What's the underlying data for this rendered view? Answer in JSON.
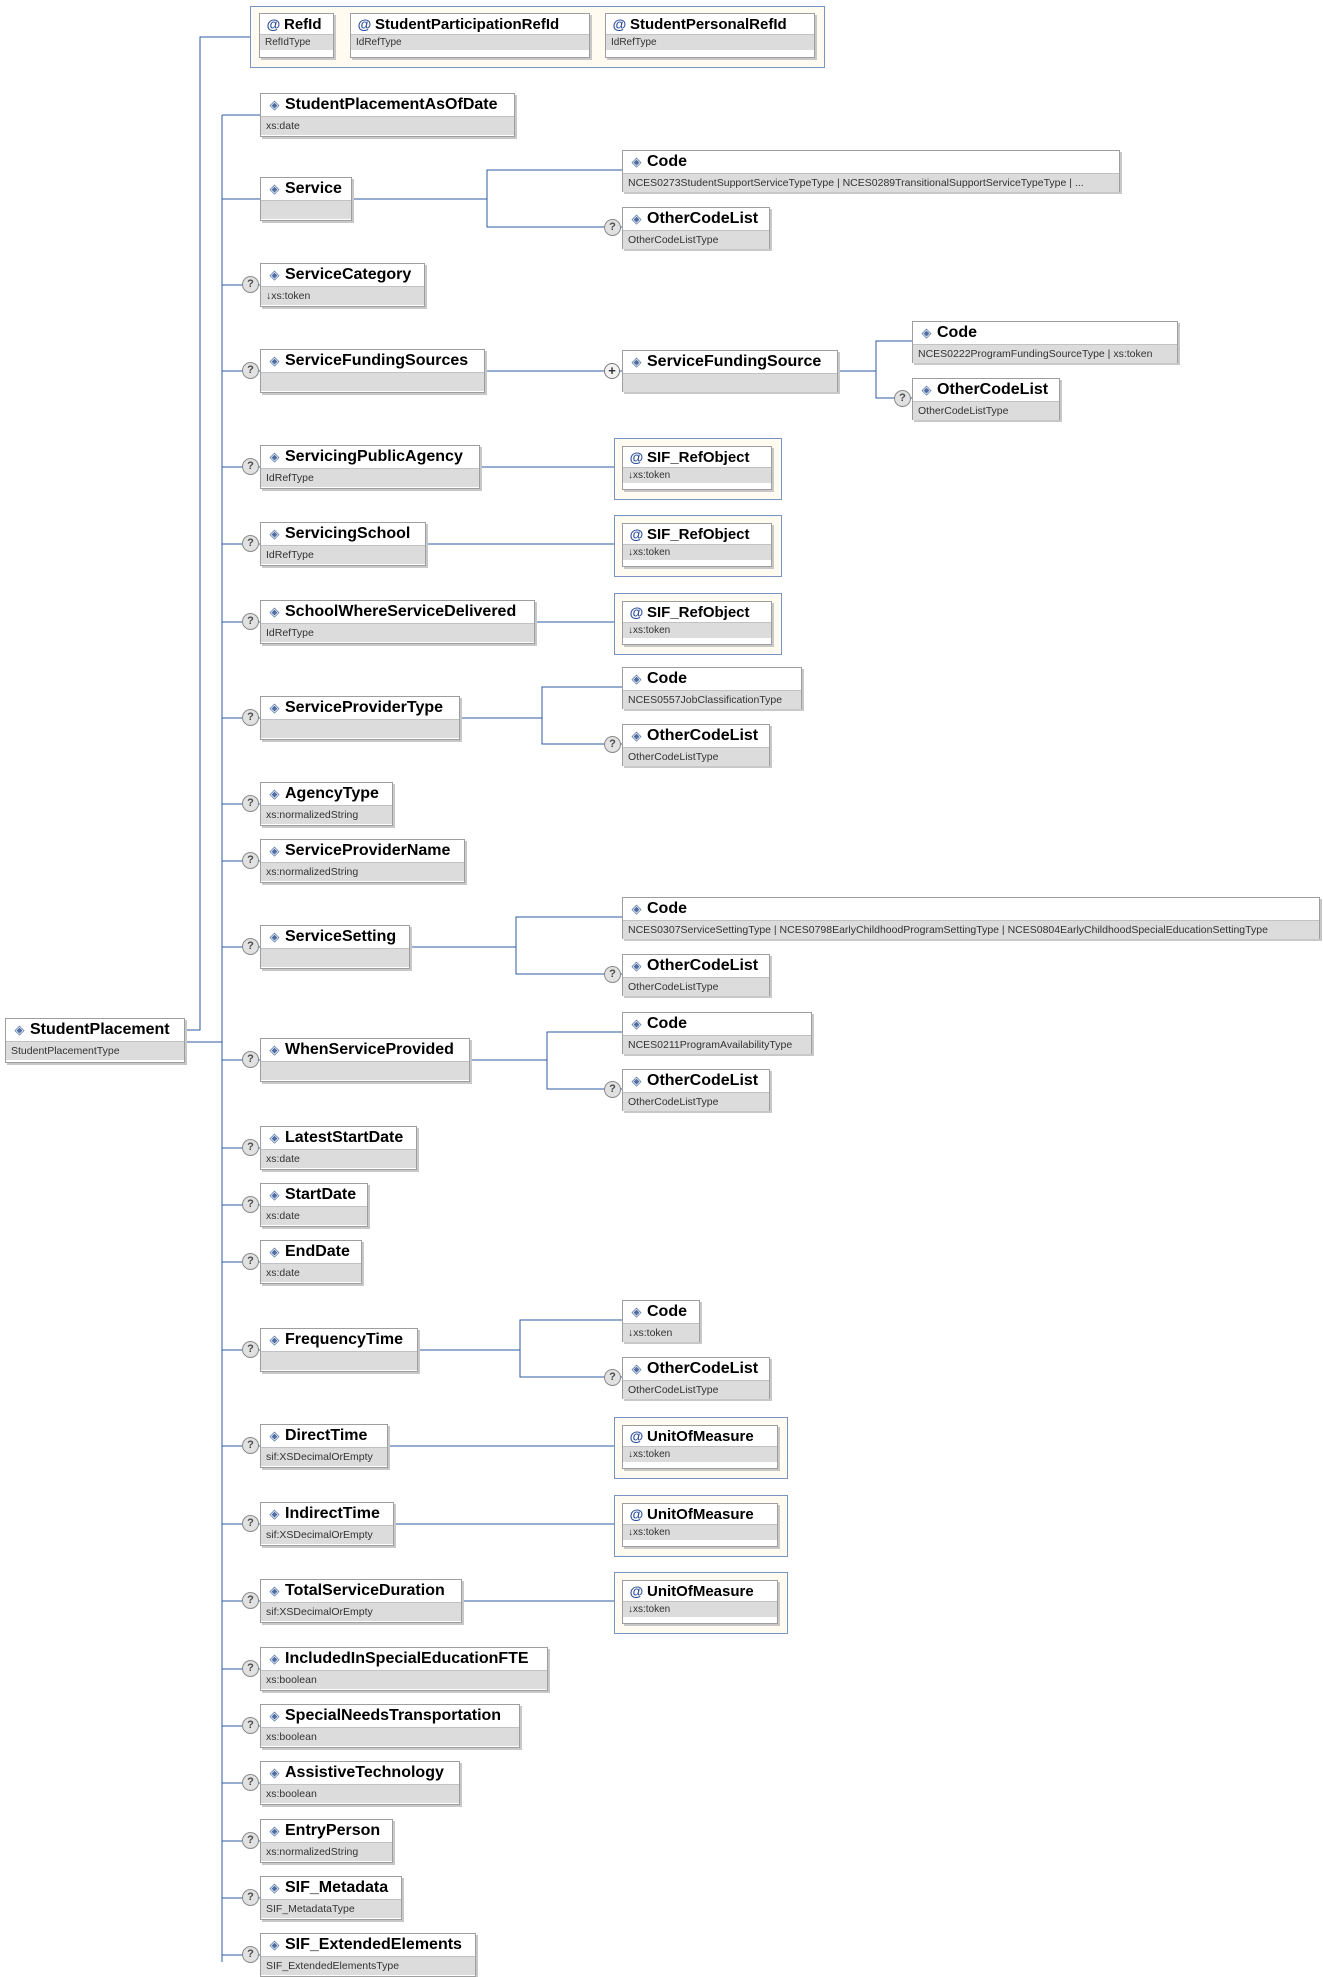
{
  "diagram": {
    "root": {
      "name": "StudentPlacement",
      "type": "StudentPlacementType"
    },
    "attributes": [
      {
        "name": "RefId",
        "type": "RefIdType"
      },
      {
        "name": "StudentParticipationRefId",
        "type": "IdRefType"
      },
      {
        "name": "StudentPersonalRefId",
        "type": "IdRefType"
      }
    ],
    "elements": [
      {
        "name": "StudentPlacementAsOfDate",
        "type": "xs:date"
      },
      {
        "name": "Service",
        "type": ""
      },
      {
        "name": "ServiceCategory",
        "type": "↓xs:token"
      },
      {
        "name": "ServiceFundingSources",
        "type": ""
      },
      {
        "name": "ServicingPublicAgency",
        "type": "IdRefType"
      },
      {
        "name": "ServicingSchool",
        "type": "IdRefType"
      },
      {
        "name": "SchoolWhereServiceDelivered",
        "type": "IdRefType"
      },
      {
        "name": "ServiceProviderType",
        "type": ""
      },
      {
        "name": "AgencyType",
        "type": "xs:normalizedString"
      },
      {
        "name": "ServiceProviderName",
        "type": "xs:normalizedString"
      },
      {
        "name": "ServiceSetting",
        "type": ""
      },
      {
        "name": "WhenServiceProvided",
        "type": ""
      },
      {
        "name": "LatestStartDate",
        "type": "xs:date"
      },
      {
        "name": "StartDate",
        "type": "xs:date"
      },
      {
        "name": "EndDate",
        "type": "xs:date"
      },
      {
        "name": "FrequencyTime",
        "type": ""
      },
      {
        "name": "DirectTime",
        "type": "sif:XSDecimalOrEmpty"
      },
      {
        "name": "IndirectTime",
        "type": "sif:XSDecimalOrEmpty"
      },
      {
        "name": "TotalServiceDuration",
        "type": "sif:XSDecimalOrEmpty"
      },
      {
        "name": "IncludedInSpecialEducationFTE",
        "type": "xs:boolean"
      },
      {
        "name": "SpecialNeedsTransportation",
        "type": "xs:boolean"
      },
      {
        "name": "AssistiveTechnology",
        "type": "xs:boolean"
      },
      {
        "name": "EntryPerson",
        "type": "xs:normalizedString"
      },
      {
        "name": "SIF_Metadata",
        "type": "SIF_MetadataType"
      },
      {
        "name": "SIF_ExtendedElements",
        "type": "SIF_ExtendedElementsType"
      }
    ],
    "children": {
      "service_code": {
        "name": "Code",
        "type": "NCES0273StudentSupportServiceTypeType | NCES0289TransitionalSupportServiceTypeType | ..."
      },
      "service_other": {
        "name": "OtherCodeList",
        "type": "OtherCodeListType"
      },
      "funding_source": {
        "name": "ServiceFundingSource",
        "type": ""
      },
      "funding_code": {
        "name": "Code",
        "type": "NCES0222ProgramFundingSourceType | xs:token"
      },
      "funding_other": {
        "name": "OtherCodeList",
        "type": "OtherCodeListType"
      },
      "agency_ref": {
        "name": "SIF_RefObject",
        "type": "↓xs:token"
      },
      "school_ref": {
        "name": "SIF_RefObject",
        "type": "↓xs:token"
      },
      "delivered_ref": {
        "name": "SIF_RefObject",
        "type": "↓xs:token"
      },
      "provider_code": {
        "name": "Code",
        "type": "NCES0557JobClassificationType"
      },
      "provider_other": {
        "name": "OtherCodeList",
        "type": "OtherCodeListType"
      },
      "setting_code": {
        "name": "Code",
        "type": "NCES0307ServiceSettingType | NCES0798EarlyChildhoodProgramSettingType | NCES0804EarlyChildhoodSpecialEducationSettingType"
      },
      "setting_other": {
        "name": "OtherCodeList",
        "type": "OtherCodeListType"
      },
      "when_code": {
        "name": "Code",
        "type": "NCES0211ProgramAvailabilityType"
      },
      "when_other": {
        "name": "OtherCodeList",
        "type": "OtherCodeListType"
      },
      "freq_code": {
        "name": "Code",
        "type": "↓xs:token"
      },
      "freq_other": {
        "name": "OtherCodeList",
        "type": "OtherCodeListType"
      },
      "direct_unit": {
        "name": "UnitOfMeasure",
        "type": "↓xs:token"
      },
      "indirect_unit": {
        "name": "UnitOfMeasure",
        "type": "↓xs:token"
      },
      "total_unit": {
        "name": "UnitOfMeasure",
        "type": "↓xs:token"
      }
    },
    "icons": {
      "element": "element-icon",
      "attribute": "attribute-icon",
      "optional": "optional-marker-icon",
      "expand": "expand-plus-icon"
    },
    "colors": {
      "connector": "#2e5aa0",
      "type_band": "#dcdcdc",
      "attribute_panel": "#fffbf0"
    }
  }
}
